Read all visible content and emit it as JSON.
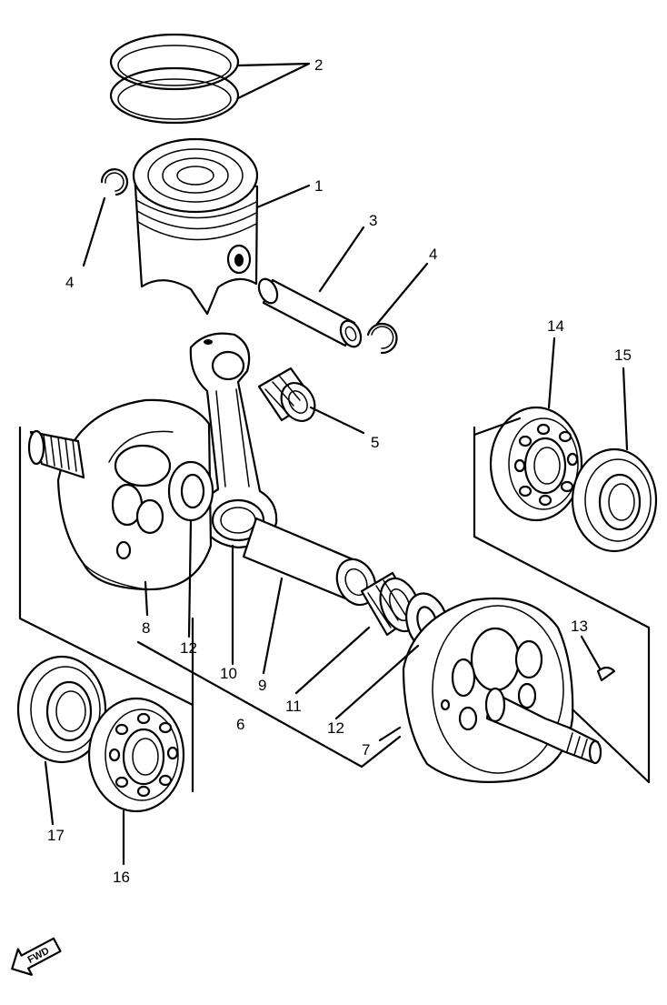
{
  "diagram": {
    "direction_badge": "FWD",
    "callouts": [
      {
        "id": "c1",
        "text": "1"
      },
      {
        "id": "c2",
        "text": "2"
      },
      {
        "id": "c3",
        "text": "3"
      },
      {
        "id": "c4a",
        "text": "4"
      },
      {
        "id": "c4b",
        "text": "4"
      },
      {
        "id": "c5",
        "text": "5"
      },
      {
        "id": "c6",
        "text": "6"
      },
      {
        "id": "c7",
        "text": "7"
      },
      {
        "id": "c8",
        "text": "8"
      },
      {
        "id": "c9",
        "text": "9"
      },
      {
        "id": "c10",
        "text": "10"
      },
      {
        "id": "c11",
        "text": "11"
      },
      {
        "id": "c12a",
        "text": "12"
      },
      {
        "id": "c12b",
        "text": "12"
      },
      {
        "id": "c13",
        "text": "13"
      },
      {
        "id": "c14",
        "text": "14"
      },
      {
        "id": "c15",
        "text": "15"
      },
      {
        "id": "c16",
        "text": "16"
      },
      {
        "id": "c17",
        "text": "17"
      }
    ]
  }
}
